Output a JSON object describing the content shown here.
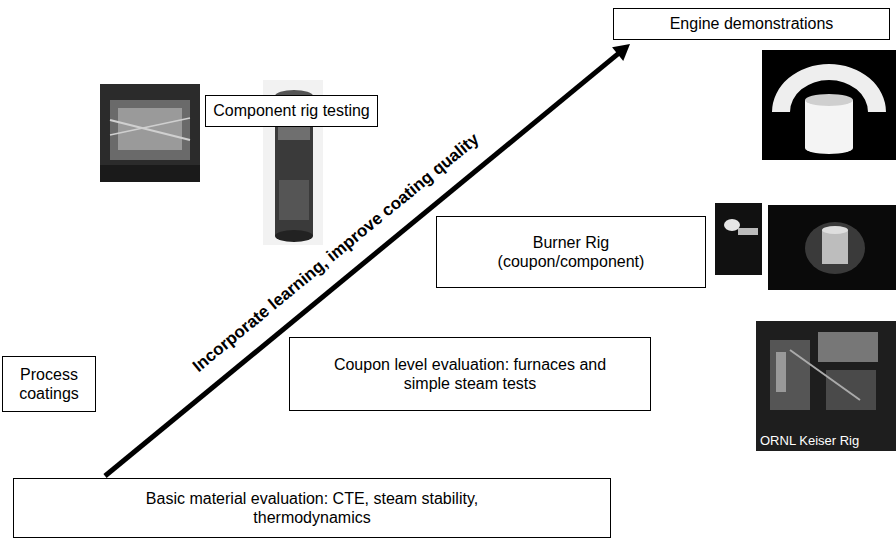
{
  "diagram": {
    "nodes": [
      {
        "text": [
          "Engine demonstrations"
        ]
      },
      {
        "text": [
          "Component rig testing"
        ]
      },
      {
        "text": [
          "Burner Rig (coupon/component)"
        ]
      },
      {
        "text": [
          "Process coatings"
        ]
      },
      {
        "text": [
          "Coupon level evaluation: furnaces and simple steam tests"
        ]
      },
      {
        "text": [
          "Basic material evaluation: CTE, steam stability, thermodynamics"
        ]
      }
    ],
    "edges": [
      {
        "from": 5,
        "to": 0,
        "label": "Incorporate learning, improve coating quality",
        "arrow": "to"
      }
    ],
    "labels": [
      "ORNL Keiser Rig"
    ]
  }
}
